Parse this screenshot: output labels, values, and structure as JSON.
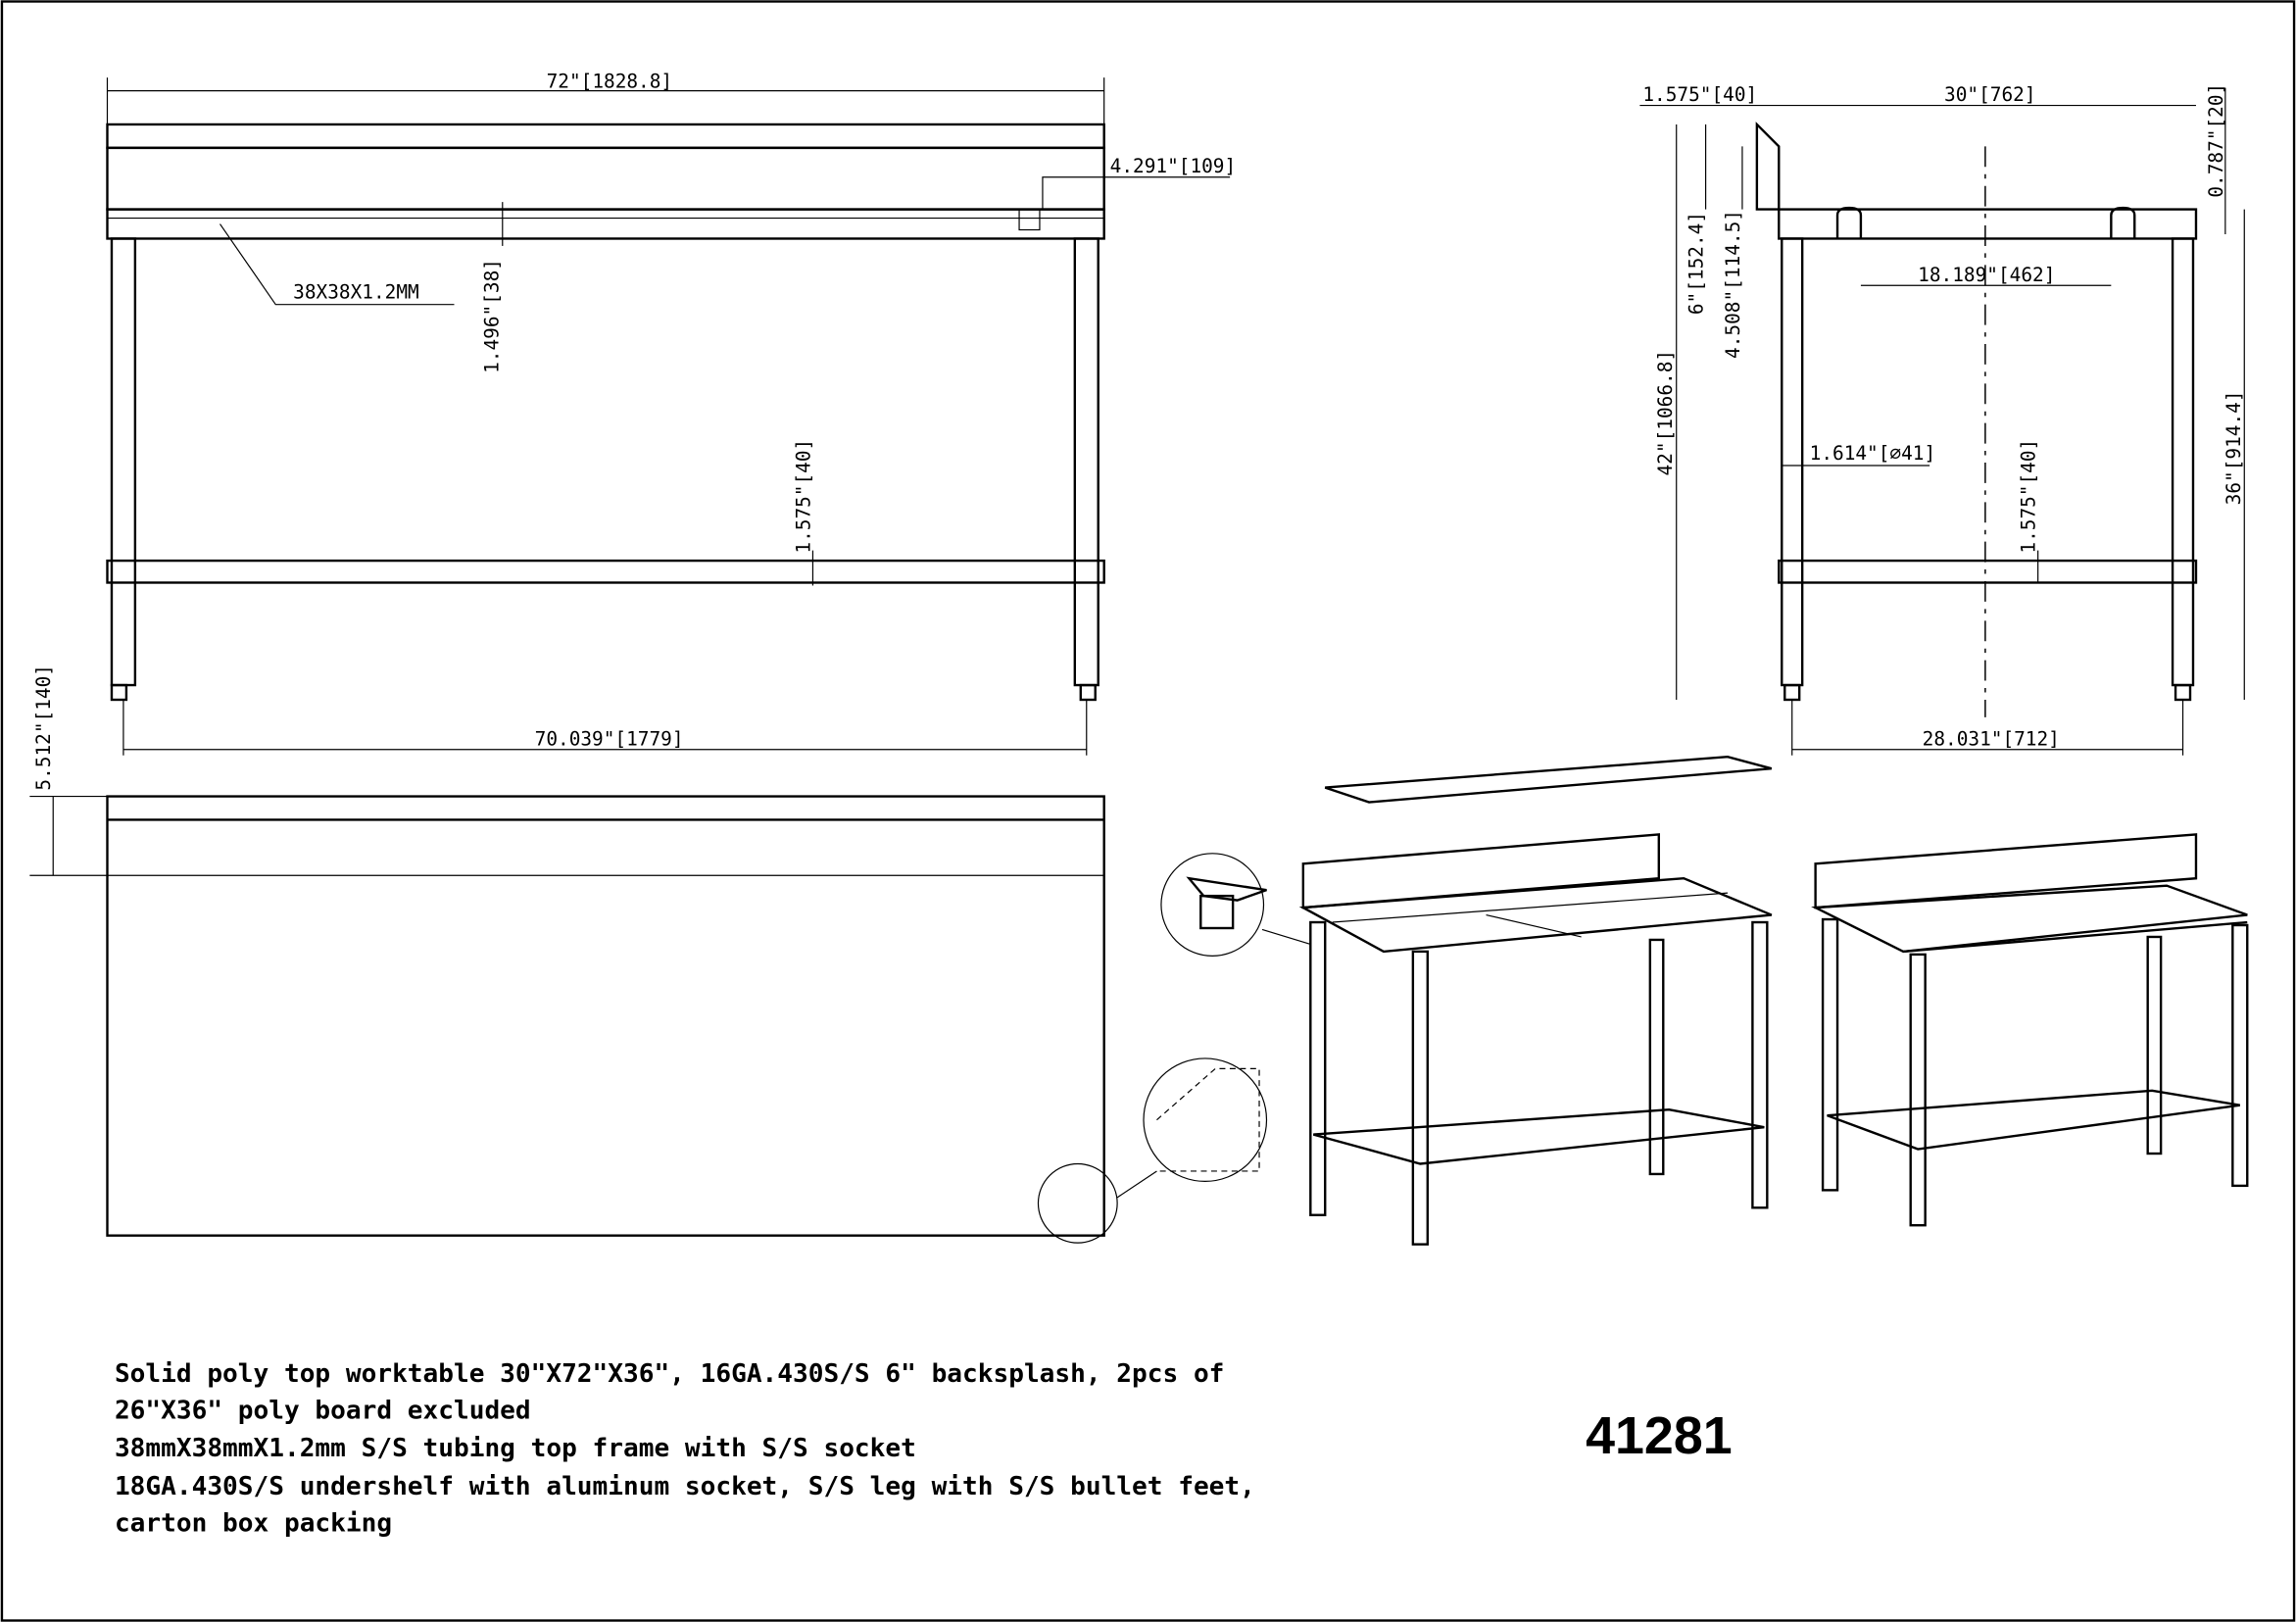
{
  "model_number": "41281",
  "description_lines": [
    "Solid poly top worktable 30\"X72\"X36\", 16GA.430S/S 6\" backsplash, 2pcs of",
    "26\"X36\" poly board excluded",
    "38mmX38mmX1.2mm S/S tubing top frame with S/S socket",
    "18GA.430S/S undershelf with aluminum socket, S/S leg with S/S bullet feet,",
    "carton box packing"
  ],
  "front_view": {
    "overall_length": "72\"[1828.8]",
    "backsplash_offset": "4.291\"[109]",
    "tube_size": "38X38X1.2MM",
    "frame_height": "1.496\"[38]",
    "shelf_height": "1.575\"[40]",
    "leg_span": "70.039\"[1779]"
  },
  "plan_view": {
    "backsplash_depth": "5.512\"[140]"
  },
  "side_view": {
    "backsplash_thickness": "1.575\"[40]",
    "overall_depth": "30\"[762]",
    "edge_height": "0.787\"[20]",
    "backsplash_height": "6\"[152.4]",
    "backsplash_above_top": "4.508\"[114.5]",
    "overall_height": "42\"[1066.8]",
    "support_span": "18.189\"[462]",
    "leg_diameter": "1.614\"[⌀41]",
    "shelf_height": "1.575\"[40]",
    "work_height": "36\"[914.4]",
    "leg_span": "28.031\"[712]"
  }
}
